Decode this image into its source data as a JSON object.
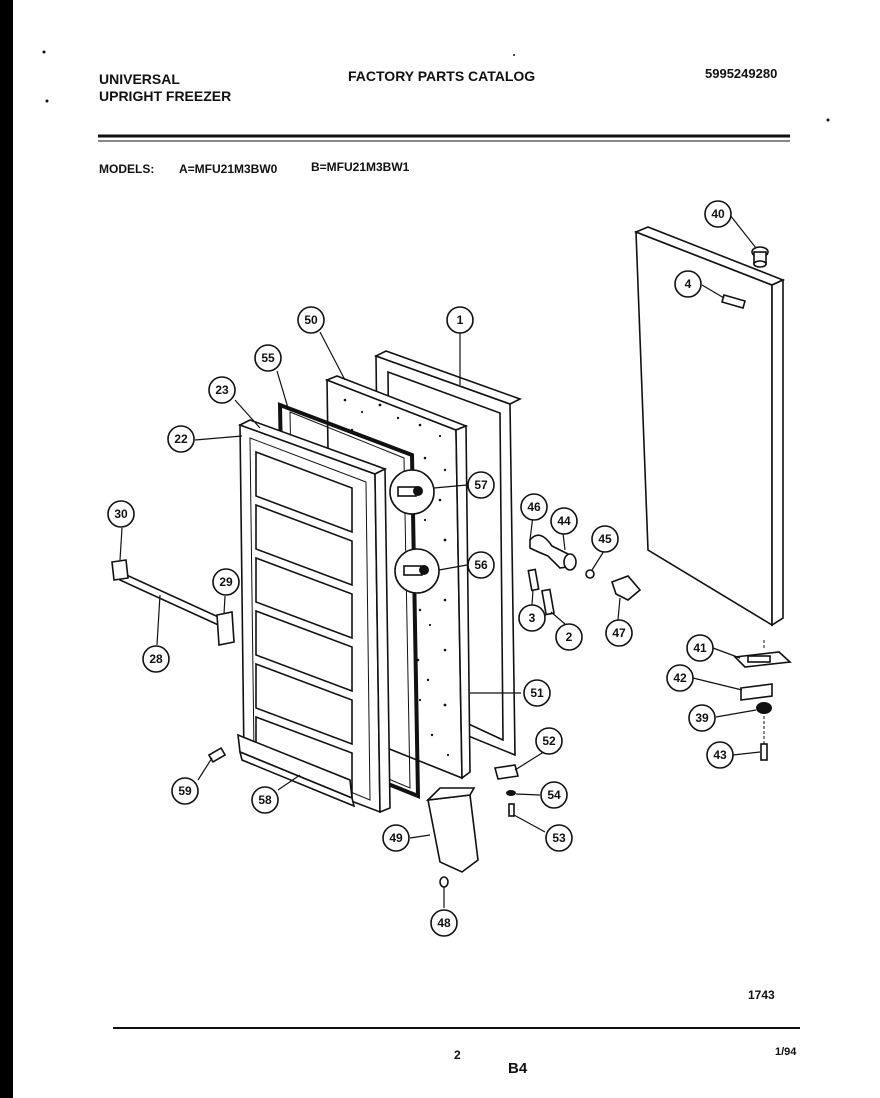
{
  "header": {
    "brand_line1": "UNIVERSAL",
    "brand_line2": "UPRIGHT FREEZER",
    "catalog_title": "FACTORY PARTS CATALOG",
    "catalog_number": "5995249280",
    "models_label": "MODELS:",
    "model_a": "A=MFU21M3BW0",
    "model_b": "B=MFU21M3BW1"
  },
  "diagram": {
    "callouts": [
      "1",
      "2",
      "3",
      "4",
      "22",
      "23",
      "28",
      "29",
      "30",
      "39",
      "40",
      "41",
      "42",
      "43",
      "44",
      "45",
      "46",
      "47",
      "48",
      "49",
      "50",
      "51",
      "52",
      "53",
      "54",
      "55",
      "56",
      "57",
      "58",
      "59"
    ],
    "figure_code": "1743"
  },
  "footer": {
    "page_number": "2",
    "section": "B4",
    "date": "1/94"
  }
}
